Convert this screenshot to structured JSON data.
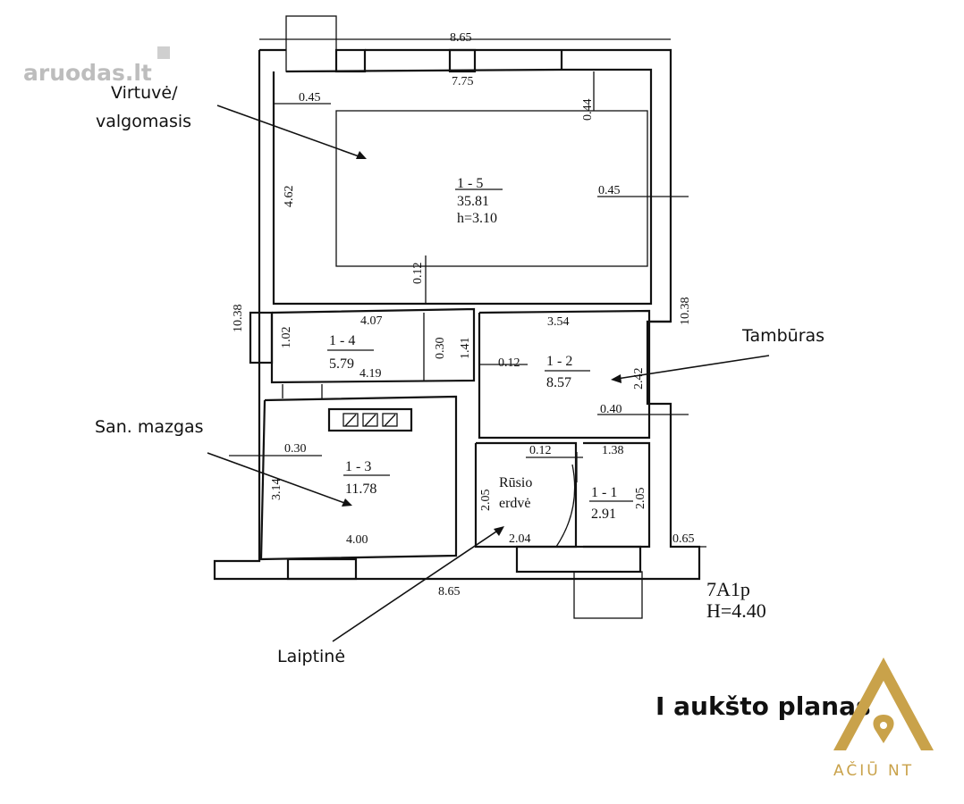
{
  "watermark": {
    "brand": "aruodas.lt"
  },
  "logo": {
    "text": "AČIŪ NT",
    "accent": "#c9a24a"
  },
  "title": "I aukšto planas",
  "building": {
    "code": "7A1p",
    "height": "H=4.40"
  },
  "callouts": {
    "kitchen_line1": "Virtuvė/",
    "kitchen_line2": "valgomasis",
    "vestibule": "Tambūras",
    "bathroom": "San. mazgas",
    "stairs": "Laiptinė"
  },
  "rooms": {
    "r15": {
      "id": "1 - 5",
      "area": "35.81",
      "height": "h=3.10"
    },
    "r14": {
      "id": "1 - 4",
      "area": "5.79"
    },
    "r12": {
      "id": "1 - 2",
      "area": "8.57"
    },
    "r13": {
      "id": "1 - 3",
      "area": "11.78"
    },
    "r11": {
      "id": "1 - 1",
      "area": "2.91"
    },
    "storage_line1": "Rūsio",
    "storage_line2": "erdvė"
  },
  "dims": {
    "top_total": "8.65",
    "top_inner": "7.75",
    "left_offset": "0.45",
    "top_right_v": "0.44",
    "r15_h": "4.62",
    "r15_right": "0.45",
    "r15_bottom_v": "0.12",
    "left_total": "10.38",
    "right_total": "10.38",
    "r14_w": "4.07",
    "r14_h": "1.02",
    "r14_wall": "0.30",
    "r14_side": "1.41",
    "r14_bottom": "4.19",
    "r12_w": "3.54",
    "r12_wall": "0.12",
    "r12_h": "2.42",
    "r12_step": "0.40",
    "r13_wall": "0.30",
    "r13_h": "3.14",
    "r13_w": "4.00",
    "storage_wall": "0.12",
    "storage_h": "2.05",
    "storage_w": "2.04",
    "r11_w": "1.38",
    "r11_h": "2.05",
    "bottom_offset": "0.65",
    "bottom_total": "8.65"
  }
}
